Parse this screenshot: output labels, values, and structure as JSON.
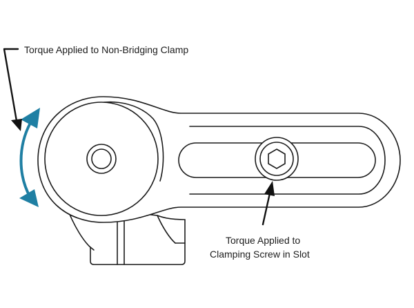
{
  "annotations": {
    "clamp_torque_label": "Torque Applied to Non-Bridging Clamp",
    "screw_torque_label_line1": "Torque Applied to",
    "screw_torque_label_line2": "Clamping Screw in Slot"
  },
  "colors": {
    "rotation_arrow": "#1f7fa3",
    "outline": "#1a1a1a",
    "leader_arrow": "#111111",
    "background": "#ffffff"
  },
  "icons": {
    "rotation_indicator": "curved-double-arrow-icon",
    "screw": "hex-socket-screw-icon"
  }
}
